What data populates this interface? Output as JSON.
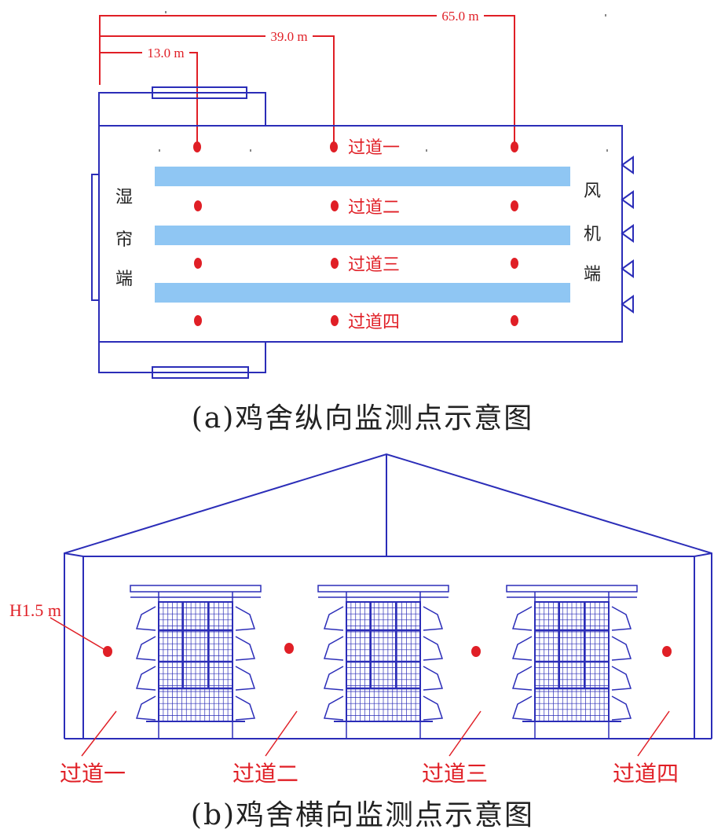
{
  "diagram_a": {
    "distances": [
      "13.0 m",
      "39.0 m",
      "65.0 m"
    ],
    "aisles": [
      "过道一",
      "过道二",
      "过道三",
      "过道四"
    ],
    "left_end": [
      "湿",
      "帘",
      "端"
    ],
    "right_end": [
      "风",
      "机",
      "端"
    ]
  },
  "caption_a": "(a)鸡舍纵向监测点示意图",
  "diagram_b": {
    "height_label": "H1.5 m",
    "aisles": [
      "过道一",
      "过道二",
      "过道三",
      "过道四"
    ]
  },
  "caption_b": "(b)鸡舍横向监测点示意图",
  "colors": {
    "line": "#2b2db8",
    "accent": "#e01f26",
    "cage_row": "#8fc6f3",
    "text": "#222222"
  }
}
